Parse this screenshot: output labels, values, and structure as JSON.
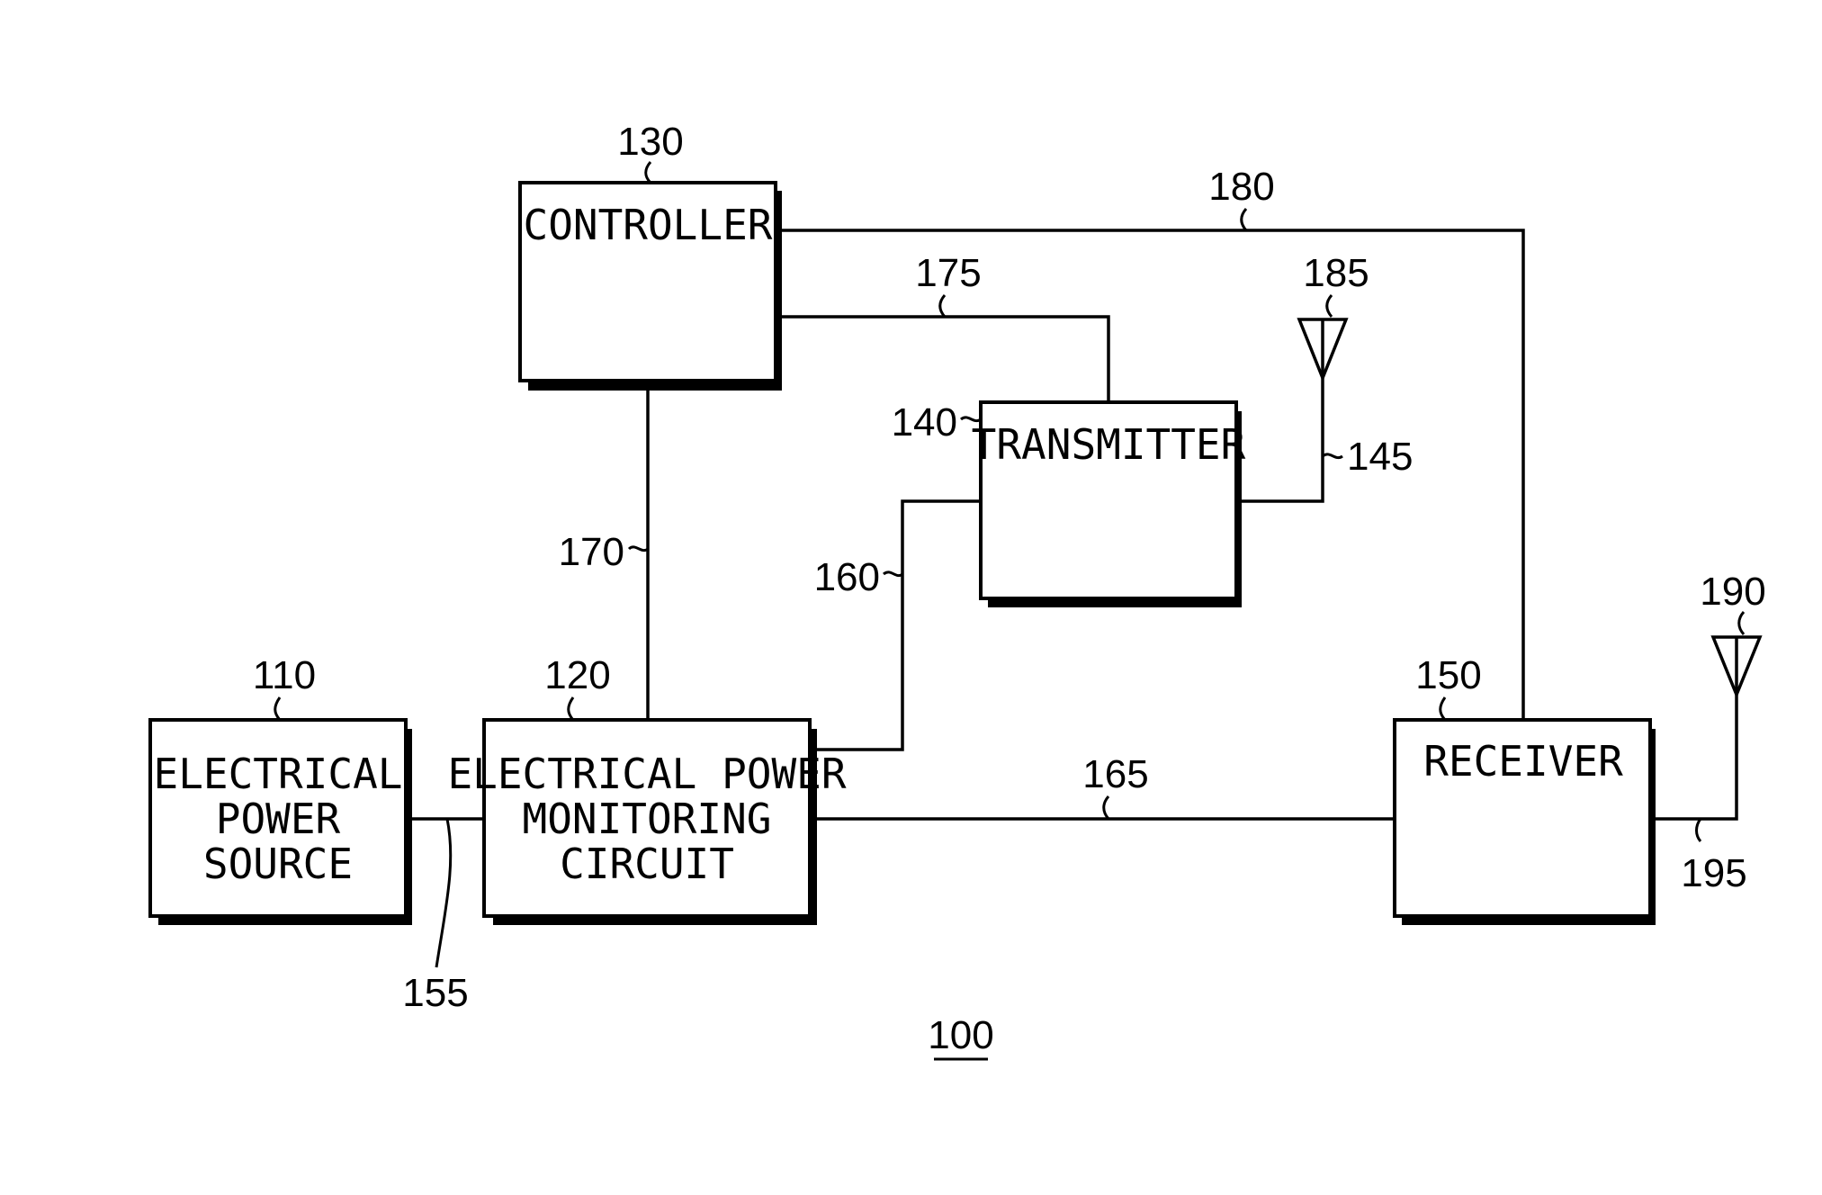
{
  "blocks": {
    "power_source": {
      "lines": [
        "ELECTRICAL",
        "POWER",
        "SOURCE"
      ],
      "ref": "110"
    },
    "monitoring": {
      "lines": [
        "ELECTRICAL POWER",
        "MONITORING",
        "CIRCUIT"
      ],
      "ref": "120"
    },
    "controller": {
      "lines": [
        "CONTROLLER"
      ],
      "ref": "130"
    },
    "transmitter": {
      "lines": [
        "TRANSMITTER"
      ],
      "ref": "140"
    },
    "receiver": {
      "lines": [
        "RECEIVER"
      ],
      "ref": "150"
    }
  },
  "refs": {
    "l145": "145",
    "l155": "155",
    "l160": "160",
    "l165": "165",
    "l170": "170",
    "l175": "175",
    "l180": "180",
    "l185": "185",
    "l190": "190",
    "l195": "195"
  },
  "figure": {
    "number": "100"
  }
}
